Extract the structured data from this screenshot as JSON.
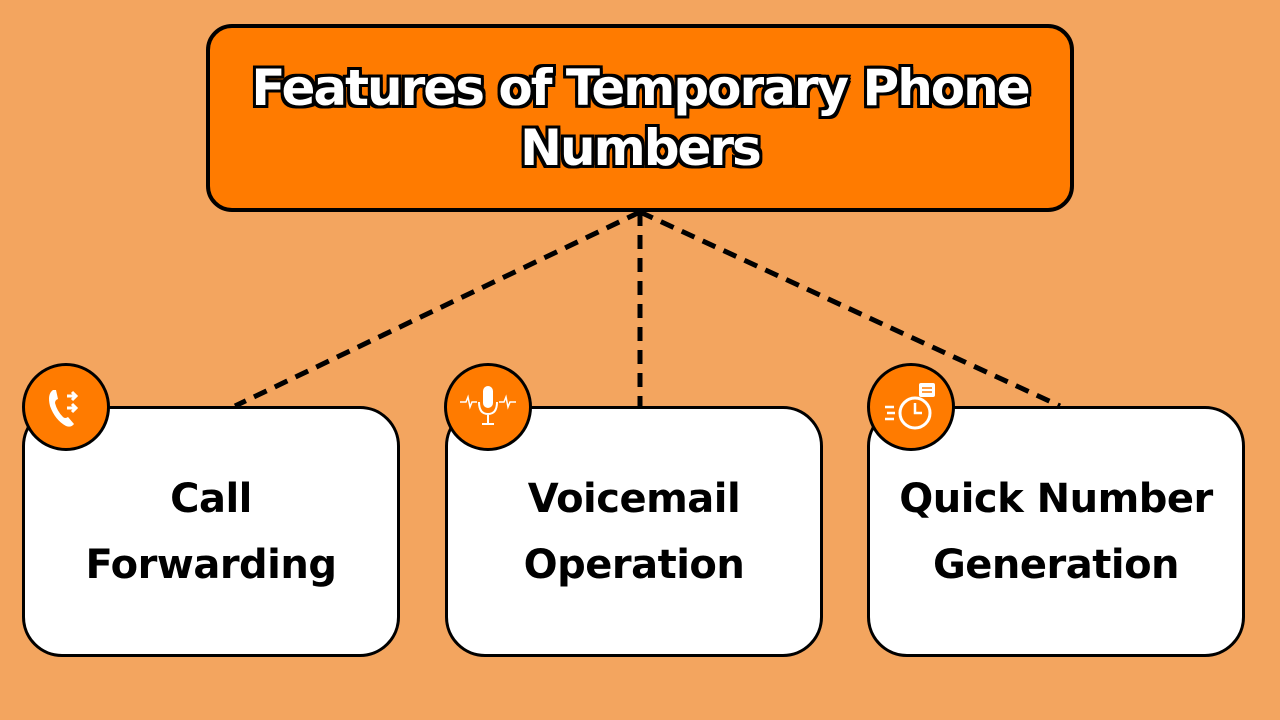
{
  "title": "Features of Temporary Phone Numbers",
  "colors": {
    "background": "#F3A55F",
    "accent": "#FF7B00",
    "card": "#FFFFFF",
    "outline": "#000000"
  },
  "features": [
    {
      "label": "Call Forwarding",
      "icon": "phone-forward-icon"
    },
    {
      "label": "Voicemail Operation",
      "icon": "microphone-icon"
    },
    {
      "label": "Quick Number Generation",
      "icon": "stopwatch-icon"
    }
  ]
}
